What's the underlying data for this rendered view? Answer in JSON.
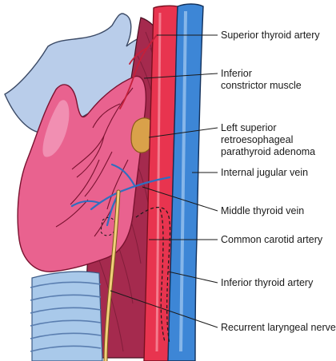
{
  "labels": {
    "superior_thyroid_artery": "Superior thyroid artery",
    "inferior_constrictor_line1": "Inferior",
    "inferior_constrictor_line2": "constrictor muscle",
    "adenoma_line1": "Left superior",
    "adenoma_line2": "retroesophageal",
    "adenoma_line3": "parathyroid adenoma",
    "internal_jugular_vein": "Internal jugular vein",
    "middle_thyroid_vein": "Middle thyroid vein",
    "common_carotid_artery": "Common carotid artery",
    "inferior_thyroid_artery": "Inferior thyroid artery",
    "recurrent_laryngeal_nerve": "Recurrent laryngeal nerve"
  },
  "colors": {
    "cartilage": "#b9cdea",
    "thyroid": "#e9628f",
    "muscle": "#a52a4e",
    "carotid": "#e8344f",
    "jugular": "#3d86d6",
    "trachea": "#a9c9ea",
    "nerve": "#f2cf7a",
    "adenoma": "#d9a14a"
  }
}
